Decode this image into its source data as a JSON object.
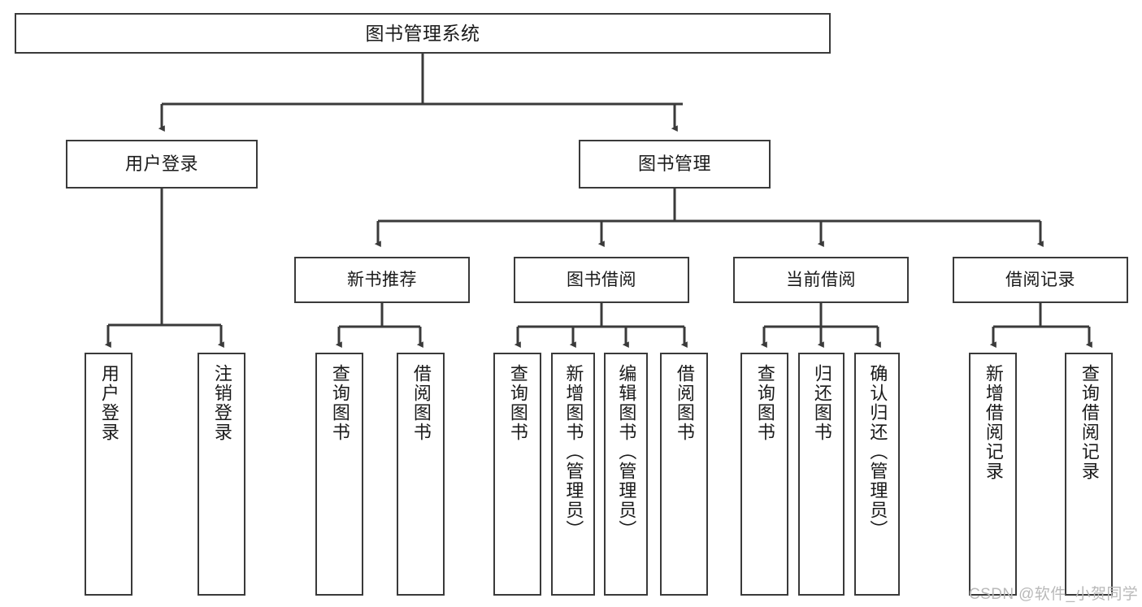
{
  "diagram": {
    "title": "图书管理系统",
    "type": "tree-hierarchy",
    "root": {
      "label": "图书管理系统"
    },
    "level1": [
      {
        "label": "用户登录"
      },
      {
        "label": "图书管理"
      }
    ],
    "level2": [
      {
        "label": "新书推荐"
      },
      {
        "label": "图书借阅"
      },
      {
        "label": "当前借阅"
      },
      {
        "label": "借阅记录"
      }
    ],
    "leaves": {
      "user_login": [
        {
          "label": "用户登录"
        },
        {
          "label": "注销登录"
        }
      ],
      "new_book_recommend": [
        {
          "label": "查询图书"
        },
        {
          "label": "借阅图书"
        }
      ],
      "book_borrow": [
        {
          "label": "查询图书"
        },
        {
          "label": "新增图书（管理员）"
        },
        {
          "label": "编辑图书（管理员）"
        },
        {
          "label": "借阅图书"
        }
      ],
      "current_borrow": [
        {
          "label": "查询图书"
        },
        {
          "label": "归还图书"
        },
        {
          "label": "确认归还（管理员）"
        }
      ],
      "borrow_record": [
        {
          "label": "新增借阅记录"
        },
        {
          "label": "查询借阅记录"
        }
      ]
    }
  },
  "watermark": {
    "text": "CSDN @软件_小贺同学"
  },
  "colors": {
    "border": "#3a3a3a",
    "background": "#ffffff",
    "text": "#1a1a1a",
    "watermark": "#b9b9b9"
  }
}
